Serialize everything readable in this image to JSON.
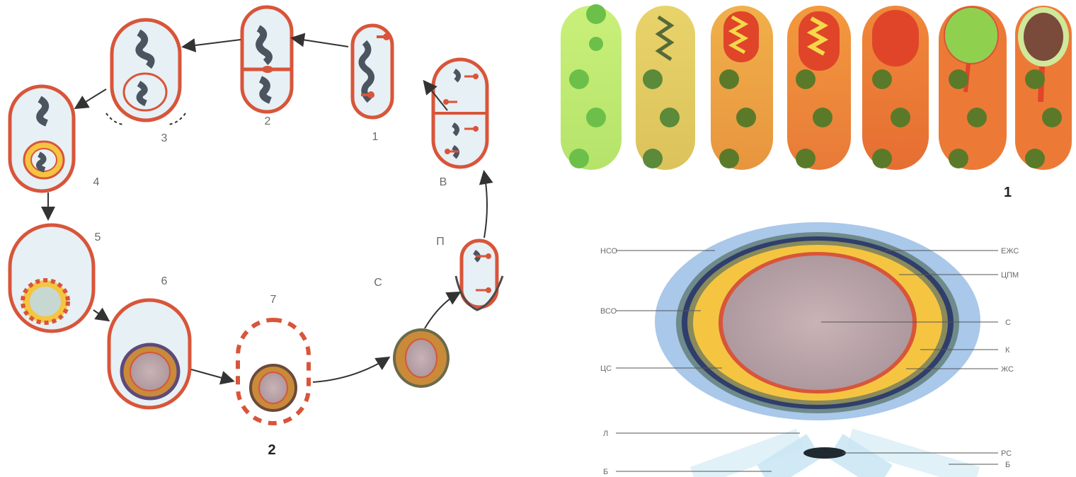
{
  "colors": {
    "cell_wall": "#d8553a",
    "cytoplasm": "#e7f0f4",
    "nucleoid": "#4a5560",
    "spore_core": "#b8a0a4",
    "spore_cortex": "#f5c542",
    "exosporium": "#a9c8ea",
    "dark_coat": "#2f3e6b",
    "stage_green": "#8fd14f",
    "stage_red": "#e0452a",
    "dot_green": "#3a8a3a"
  },
  "icons": [
    "arrow-icon"
  ],
  "figure1": {
    "number": "1",
    "rods": 7
  },
  "figure2": {
    "number": "2",
    "stage_labels": [
      "1",
      "2",
      "3",
      "4",
      "5",
      "6",
      "7"
    ],
    "label_v": "В",
    "label_p": "П",
    "label_s": "С"
  },
  "spore": {
    "labels_left": [
      "НСО",
      "ВСО",
      "ЦС",
      "Л",
      "Б"
    ],
    "labels_right": [
      "ЕЖС",
      "ЦПМ",
      "С",
      "К",
      "ЖС",
      "РС",
      "Б"
    ]
  }
}
